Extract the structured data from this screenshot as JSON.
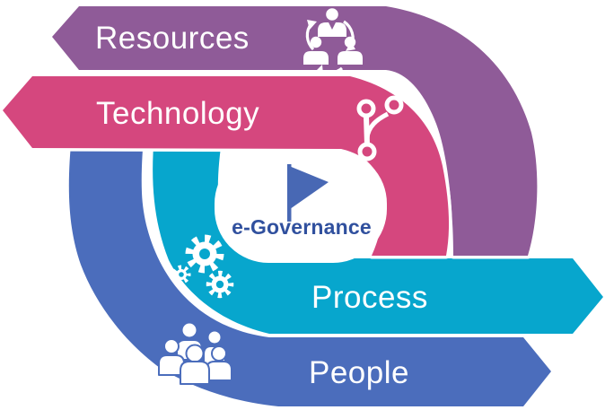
{
  "diagram": {
    "center": {
      "label": "e-Governance",
      "icon": "flag-icon",
      "text_color": "#30509e",
      "flag_color": "#4868b4"
    },
    "arrows": [
      {
        "label": "Resources",
        "color": "#8f5b98",
        "direction": "left",
        "icon": "people-rotation-icon"
      },
      {
        "label": "Technology",
        "color": "#d5477e",
        "direction": "left",
        "icon": "git-branch-icon"
      },
      {
        "label": "Process",
        "color": "#07a6cd",
        "direction": "right",
        "icon": "gears-icon"
      },
      {
        "label": "People",
        "color": "#4b6dbc",
        "direction": "right",
        "icon": "people-group-icon"
      }
    ],
    "outline_color": "#ffffff"
  }
}
